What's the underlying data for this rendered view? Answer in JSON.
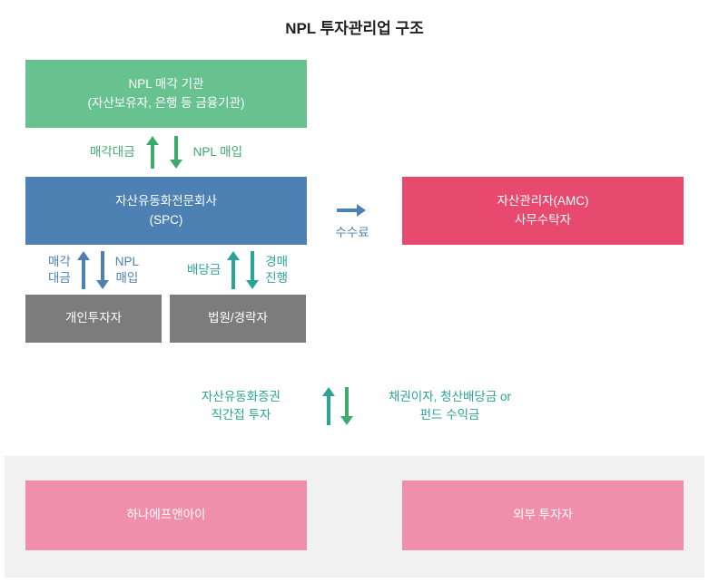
{
  "title": "NPL 투자관리업 구조",
  "boxes": {
    "npl_seller": {
      "line1": "NPL 매각 기관",
      "line2": "(자산보유자, 은행 등 금융기관)"
    },
    "spc": {
      "line1": "자산유동화전문회사",
      "line2": "(SPC)"
    },
    "amc": {
      "line1": "자산관리자(AMC)",
      "line2": "사무수탁자"
    },
    "individual_investor": {
      "label": "개인투자자"
    },
    "court": {
      "label": "법원/경락자"
    },
    "hana": {
      "label": "하나에프앤아이"
    },
    "external_investor": {
      "label": "외부 투자자"
    }
  },
  "labels": {
    "sale_proceeds_top": "매각대금",
    "npl_purchase_top": "NPL 매입",
    "fee": "수수료",
    "sale_proceeds_left": "매각\n대금",
    "npl_purchase_left": "NPL\n매입",
    "dividend": "배당금",
    "auction": "경매\n진행",
    "abs_invest": "자산유동화증권\n직간접 투자",
    "returns": "채권이자, 청산배당금 or\n펀드 수익금"
  },
  "colors": {
    "green_box": "#67c28f",
    "blue_box": "#4d80b3",
    "red_box": "#e8496e",
    "gray_box": "#7c7c7c",
    "pink_box": "#f08fab",
    "panel_bg": "#f1f1f1",
    "green_accent": "#3cab6e",
    "blue_accent": "#4d80b3",
    "teal_accent": "#2ba496"
  }
}
